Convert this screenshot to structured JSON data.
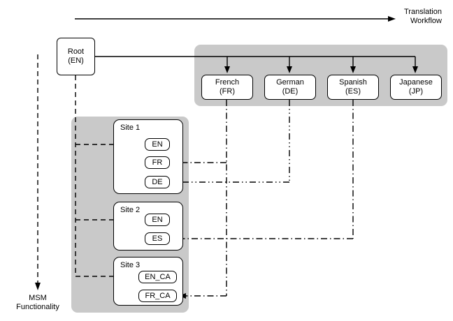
{
  "labels": {
    "translation_workflow": [
      "Translation",
      "Workflow"
    ],
    "msm_functionality": [
      "MSM",
      "Functionality"
    ]
  },
  "root": {
    "name": "Root",
    "code": "(EN)"
  },
  "languages": [
    {
      "name": "French",
      "code": "(FR)"
    },
    {
      "name": "German",
      "code": "(DE)"
    },
    {
      "name": "Spanish",
      "code": "(ES)"
    },
    {
      "name": "Japanese",
      "code": "(JP)"
    }
  ],
  "sites": [
    {
      "label": "Site 1",
      "chips": [
        "EN",
        "FR",
        "DE"
      ]
    },
    {
      "label": "Site 2",
      "chips": [
        "EN",
        "ES"
      ]
    },
    {
      "label": "Site 3",
      "chips": [
        "EN_CA",
        "FR_CA"
      ]
    }
  ],
  "colors": {
    "panel_gray": "#c9c9c9",
    "line": "#000000",
    "node_bg": "#ffffff",
    "text": "#000000"
  }
}
